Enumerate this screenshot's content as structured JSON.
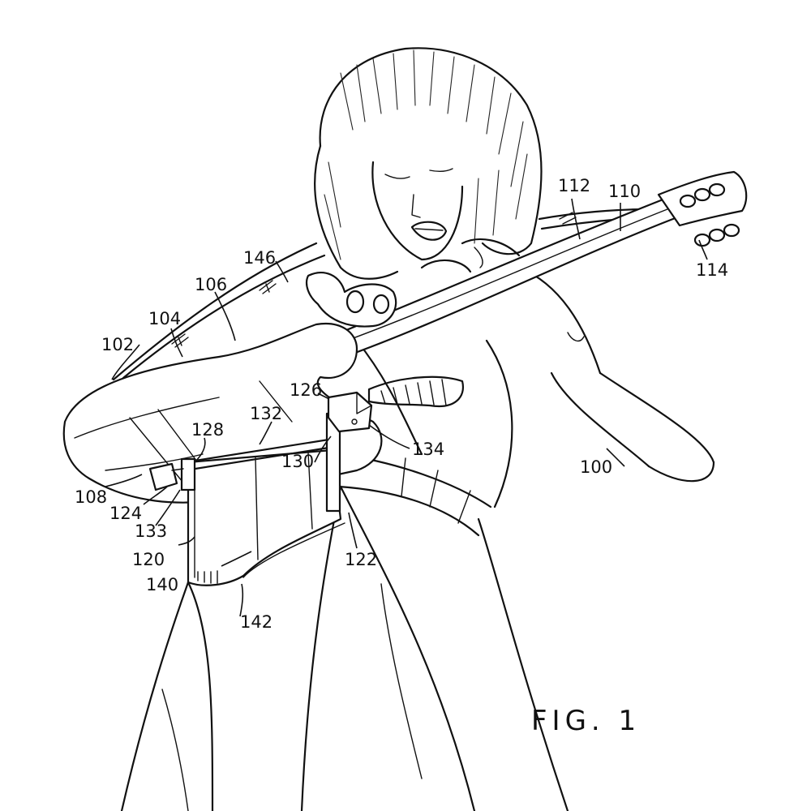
{
  "figure": {
    "title": "FIG. 1",
    "ink_color": "#111111",
    "paper_color": "#ffffff"
  },
  "reference_numerals": {
    "performer": "100",
    "guitar": "102",
    "guitar_body": "104",
    "body_top": "106",
    "body_bottom": "108",
    "neck": "110",
    "fretboard": "112",
    "tuning_keys": "114",
    "support_assembly": "120",
    "support_edge": "122",
    "left_clamp": "124",
    "right_clamp": "126",
    "left_post": "128",
    "right_post": "130",
    "rod": "132",
    "left_bolt": "133",
    "right_bolt": "134",
    "panel": "140",
    "panel_edge": "142",
    "strap": "146"
  }
}
